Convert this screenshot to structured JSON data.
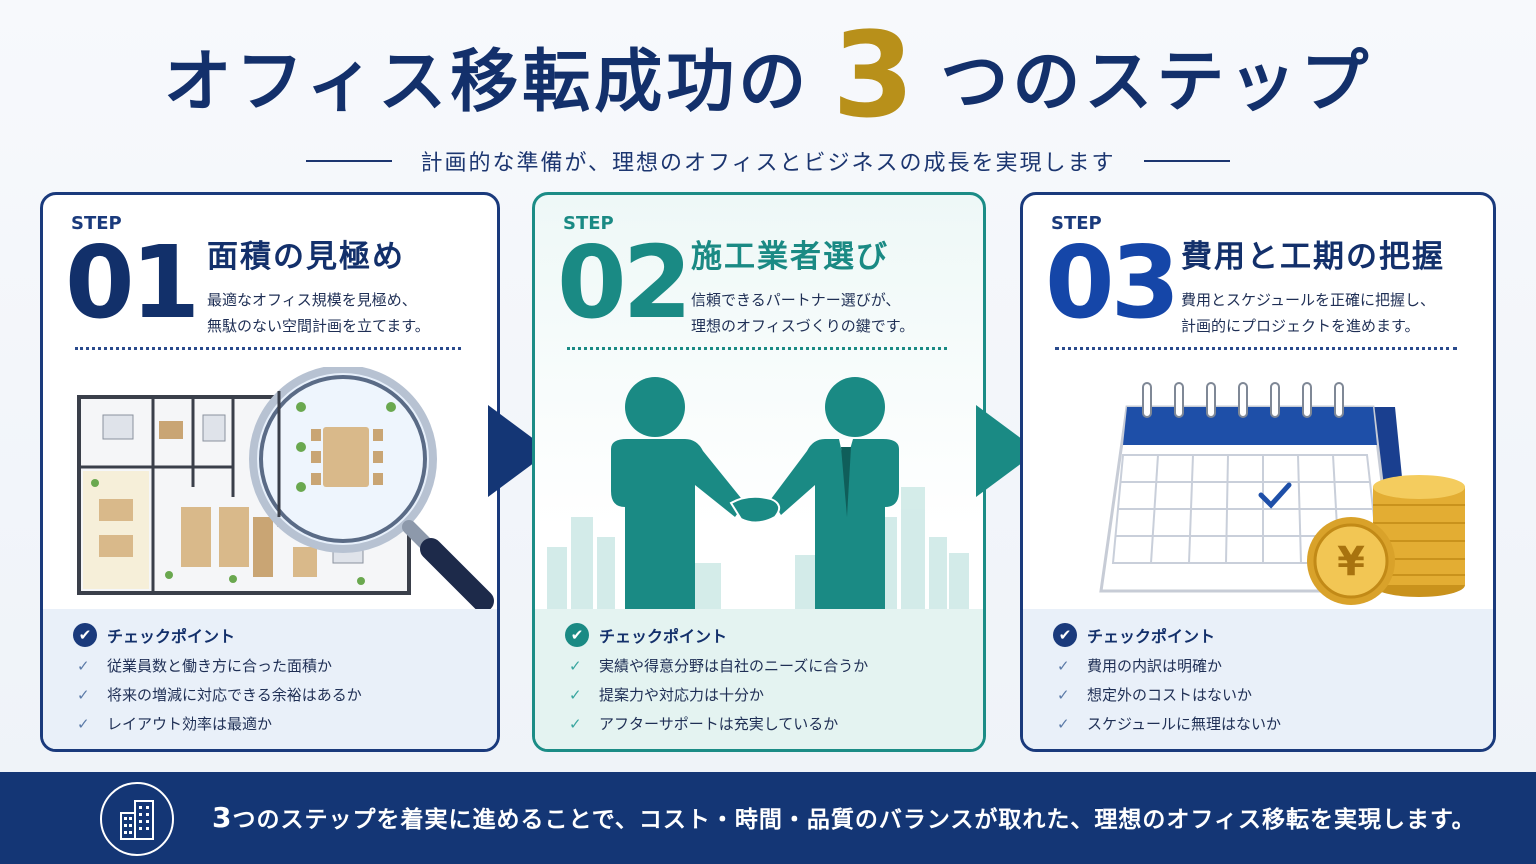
{
  "header": {
    "title_part1": "オフィス移転成功の",
    "title_number": "3",
    "title_part2": "つのステップ",
    "subtitle": "計画的な準備が、理想のオフィスとビジネスの成長を実現します"
  },
  "steps": [
    {
      "step_label": "STEP",
      "number": "01",
      "title": "面積の見極め",
      "desc_line1": "最適なオフィス規模を見極め、",
      "desc_line2": "無駄のない空間計画を立てます。",
      "check_title": "チェックポイント",
      "checks": [
        "従業員数と働き方に合った面積か",
        "将来の増減に対応できる余裕はあるか",
        "レイアウト効率は最適か"
      ]
    },
    {
      "step_label": "STEP",
      "number": "02",
      "title": "施工業者選び",
      "desc_line1": "信頼できるパートナー選びが、",
      "desc_line2": "理想のオフィスづくりの鍵です。",
      "check_title": "チェックポイント",
      "checks": [
        "実績や得意分野は自社のニーズに合うか",
        "提案力や対応力は十分か",
        "アフターサポートは充実しているか"
      ]
    },
    {
      "step_label": "STEP",
      "number": "03",
      "title": "費用と工期の把握",
      "desc_line1": "費用とスケジュールを正確に把握し、",
      "desc_line2": "計画的にプロジェクトを進めます。",
      "check_title": "チェックポイント",
      "checks": [
        "費用の内訳は明確か",
        "想定外のコストはないか",
        "スケジュールに無理はないか"
      ]
    }
  ],
  "footer": {
    "number": "3",
    "text": "つのステップを着実に進めることで、コスト・時間・品質のバランスが取れた、理想のオフィス移転を実現します。"
  },
  "icons": {
    "yen_symbol": "¥",
    "check_mark": "✔",
    "tick": "✓"
  },
  "colors": {
    "navy": "#13306b",
    "teal": "#1a8a84",
    "gold": "#b8901a",
    "footer_bg": "#143675"
  }
}
